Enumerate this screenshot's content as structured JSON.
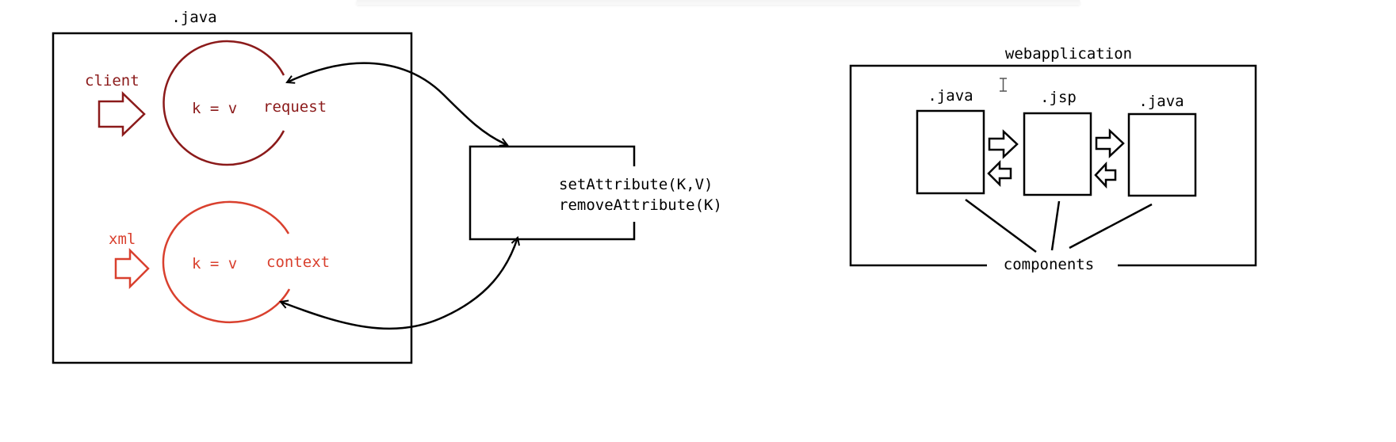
{
  "left_panel": {
    "title": ".java",
    "request_scope": {
      "source_label": "client",
      "content": "k = v",
      "label": "request"
    },
    "context_scope": {
      "source_label": "xml",
      "content": "k = v",
      "label": "context"
    }
  },
  "attribute_box": {
    "methods": [
      "setAttribute(K,V)",
      "removeAttribute(K)"
    ]
  },
  "webapp_panel": {
    "title": "webapplication",
    "components": [
      ".java",
      ".jsp",
      ".java"
    ],
    "footer_label": "components"
  },
  "colors": {
    "request": "#8b1a1a",
    "context": "#d9402e",
    "ink": "#000000"
  }
}
